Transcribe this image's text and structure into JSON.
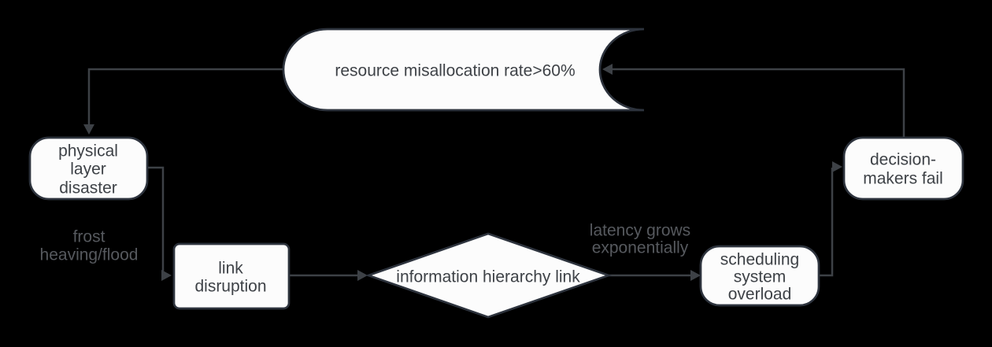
{
  "diagram": {
    "type": "flowchart",
    "background": "#000000",
    "theme": {
      "node_fill": "#fcfcfc",
      "node_stroke": "#2d333d",
      "connector_color": "#3d4146",
      "node_text_color": "#3e4247",
      "edge_label_color": "#56595e"
    },
    "nodes": {
      "stored_data": {
        "shape": "stored-data",
        "label": "resource misallocation rate>60%"
      },
      "physical": {
        "shape": "rounded-rect",
        "lines": [
          "physical",
          "layer",
          "disaster"
        ]
      },
      "link": {
        "shape": "rect",
        "lines": [
          "link",
          "disruption"
        ]
      },
      "diamond": {
        "shape": "decision-diamond",
        "label": "information hierarchy link"
      },
      "scheduling": {
        "shape": "rounded-rect",
        "lines": [
          "scheduling",
          "system",
          "overload"
        ]
      },
      "decision": {
        "shape": "rounded-rect",
        "lines": [
          "decision-",
          "makers fail"
        ]
      }
    },
    "edge_labels": {
      "frost": {
        "lines": [
          "frost",
          "heaving/flood"
        ]
      },
      "latency": {
        "lines": [
          "latency grows",
          "exponentially"
        ]
      }
    },
    "edges": [
      {
        "from": "stored_data",
        "to": "physical",
        "label": ""
      },
      {
        "from": "physical",
        "to": "link",
        "label": "frost heaving/flood"
      },
      {
        "from": "link",
        "to": "diamond",
        "label": ""
      },
      {
        "from": "diamond",
        "to": "scheduling",
        "label": "latency grows exponentially"
      },
      {
        "from": "scheduling",
        "to": "decision",
        "label": ""
      },
      {
        "from": "decision",
        "to": "stored_data",
        "label": ""
      }
    ]
  }
}
